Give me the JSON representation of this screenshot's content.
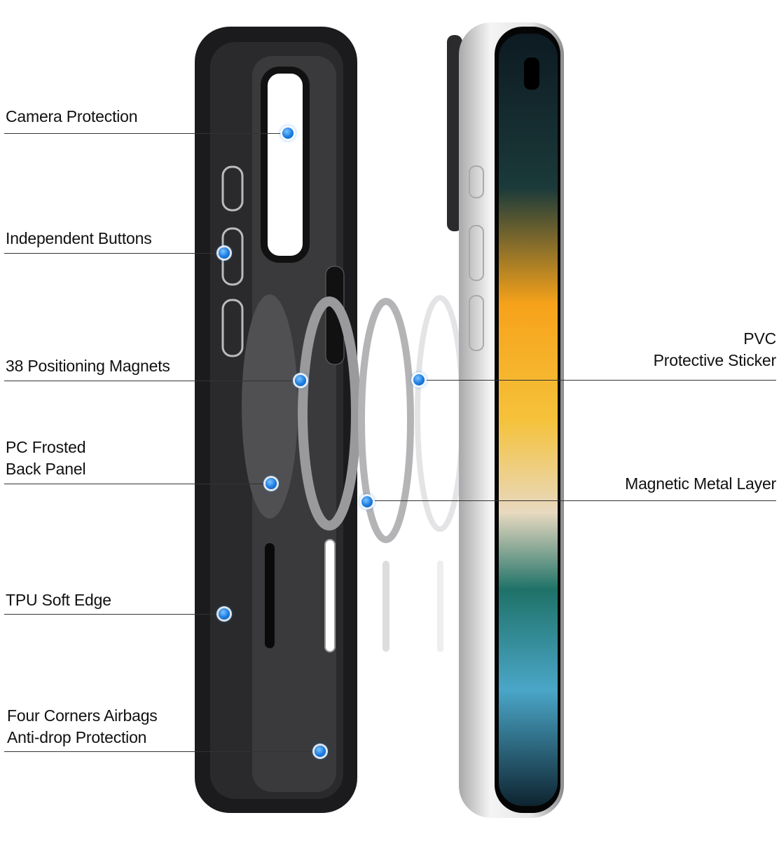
{
  "left_callouts": [
    {
      "lines": [
        "Camera Protection"
      ]
    },
    {
      "lines": [
        "Independent Buttons"
      ]
    },
    {
      "lines": [
        "38 Positioning Magnets"
      ]
    },
    {
      "lines": [
        "PC Frosted",
        "Back Panel"
      ]
    },
    {
      "lines": [
        "TPU Soft Edge"
      ]
    },
    {
      "lines": [
        "Four Corners Airbags",
        "Anti-drop Protection"
      ]
    }
  ],
  "right_callouts": [
    {
      "lines": [
        "PVC",
        "Protective Sticker"
      ]
    },
    {
      "lines": [
        "Magnetic Metal Layer"
      ]
    }
  ],
  "colors": {
    "marker": "#1a7be0",
    "case": "#1c1c1e",
    "screen_orange": "#f29a1e",
    "screen_teal": "#0f5c57"
  }
}
